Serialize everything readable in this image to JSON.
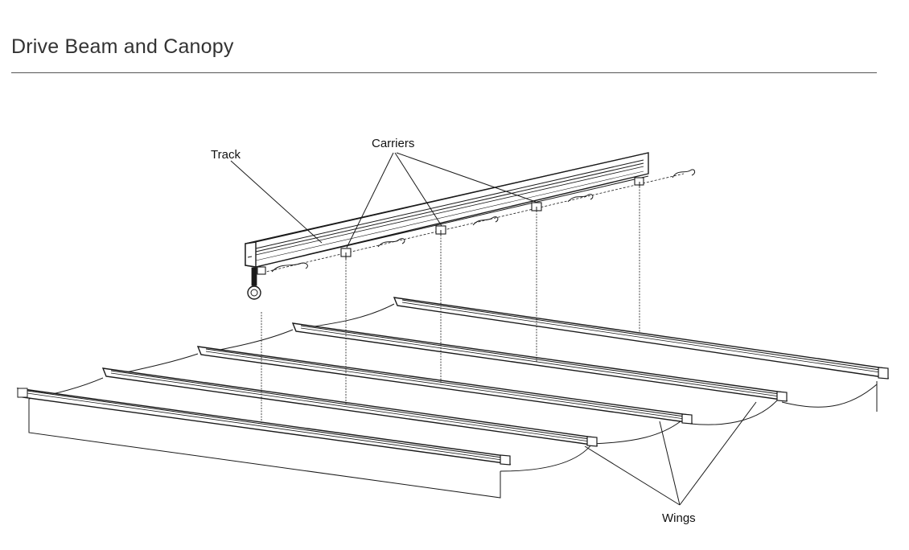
{
  "page": {
    "title": "Drive Beam and Canopy"
  },
  "diagram": {
    "labels": {
      "track": "Track",
      "carriers": "Carriers",
      "wings": "Wings"
    },
    "colors": {
      "line": "#1a1a1a",
      "background": "#ffffff",
      "rule": "#555555"
    }
  }
}
